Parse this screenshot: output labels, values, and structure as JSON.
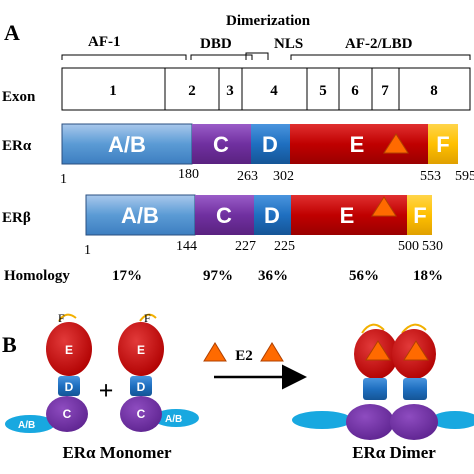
{
  "panel_a": {
    "label": "A",
    "regions": {
      "af1": "AF-1",
      "dimerization": "Dimerization",
      "dbd": "DBD",
      "nls": "NLS",
      "af2": "AF-2/LBD"
    },
    "exon_row_label": "Exon",
    "exons": [
      "1",
      "2",
      "3",
      "4",
      "5",
      "6",
      "7",
      "8"
    ],
    "era": {
      "label": "ERα",
      "domains": [
        "A/B",
        "C",
        "D",
        "E",
        "F"
      ],
      "positions": [
        "1",
        "180",
        "263",
        "302",
        "553",
        "595"
      ]
    },
    "erb": {
      "label": "ERβ",
      "domains": [
        "A/B",
        "C",
        "D",
        "E",
        "F"
      ],
      "positions": [
        "1",
        "144",
        "227",
        "225",
        "500",
        "530"
      ]
    },
    "homology": {
      "label": "Homology",
      "values": [
        "17%",
        "97%",
        "36%",
        "56%",
        "18%"
      ]
    }
  },
  "panel_b": {
    "label": "B",
    "plus": "+",
    "ligand": "E2",
    "monomer_labels": [
      "F",
      "E",
      "D",
      "C",
      "A/B"
    ],
    "monomer_caption": "ERα Monomer",
    "dimer_caption": "ERα Dimer"
  },
  "colors": {
    "ab": "#5b9bd5",
    "c": "#7030a0",
    "d": "#1f6fc0",
    "e": "#c00000",
    "f": "#ffc000",
    "ligand": "#ff6a00",
    "ab_lobe": "#18a8e0"
  }
}
